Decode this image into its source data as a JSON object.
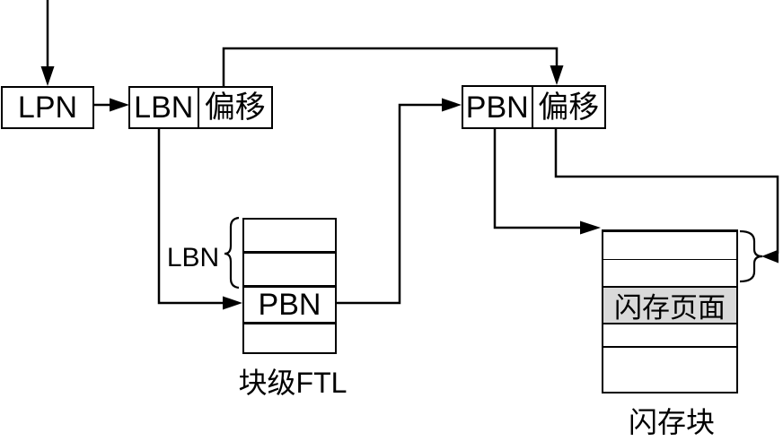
{
  "diagram": {
    "lpn_box": {
      "label": "LPN"
    },
    "lbn_offset_box": {
      "block": "LBN",
      "offset": "偏移"
    },
    "pbn_offset_box": {
      "block": "PBN",
      "offset": "偏移"
    },
    "ftl_table": {
      "brace_label": "LBN",
      "pbn_cell": "PBN",
      "caption": "块级FTL",
      "row_count": 4
    },
    "flash_block": {
      "page_cell": "闪存页面",
      "caption": "闪存块",
      "row_count": 5,
      "page_fill": "#d9d9d9"
    },
    "line_color": "#000000",
    "background": "#ffffff"
  }
}
